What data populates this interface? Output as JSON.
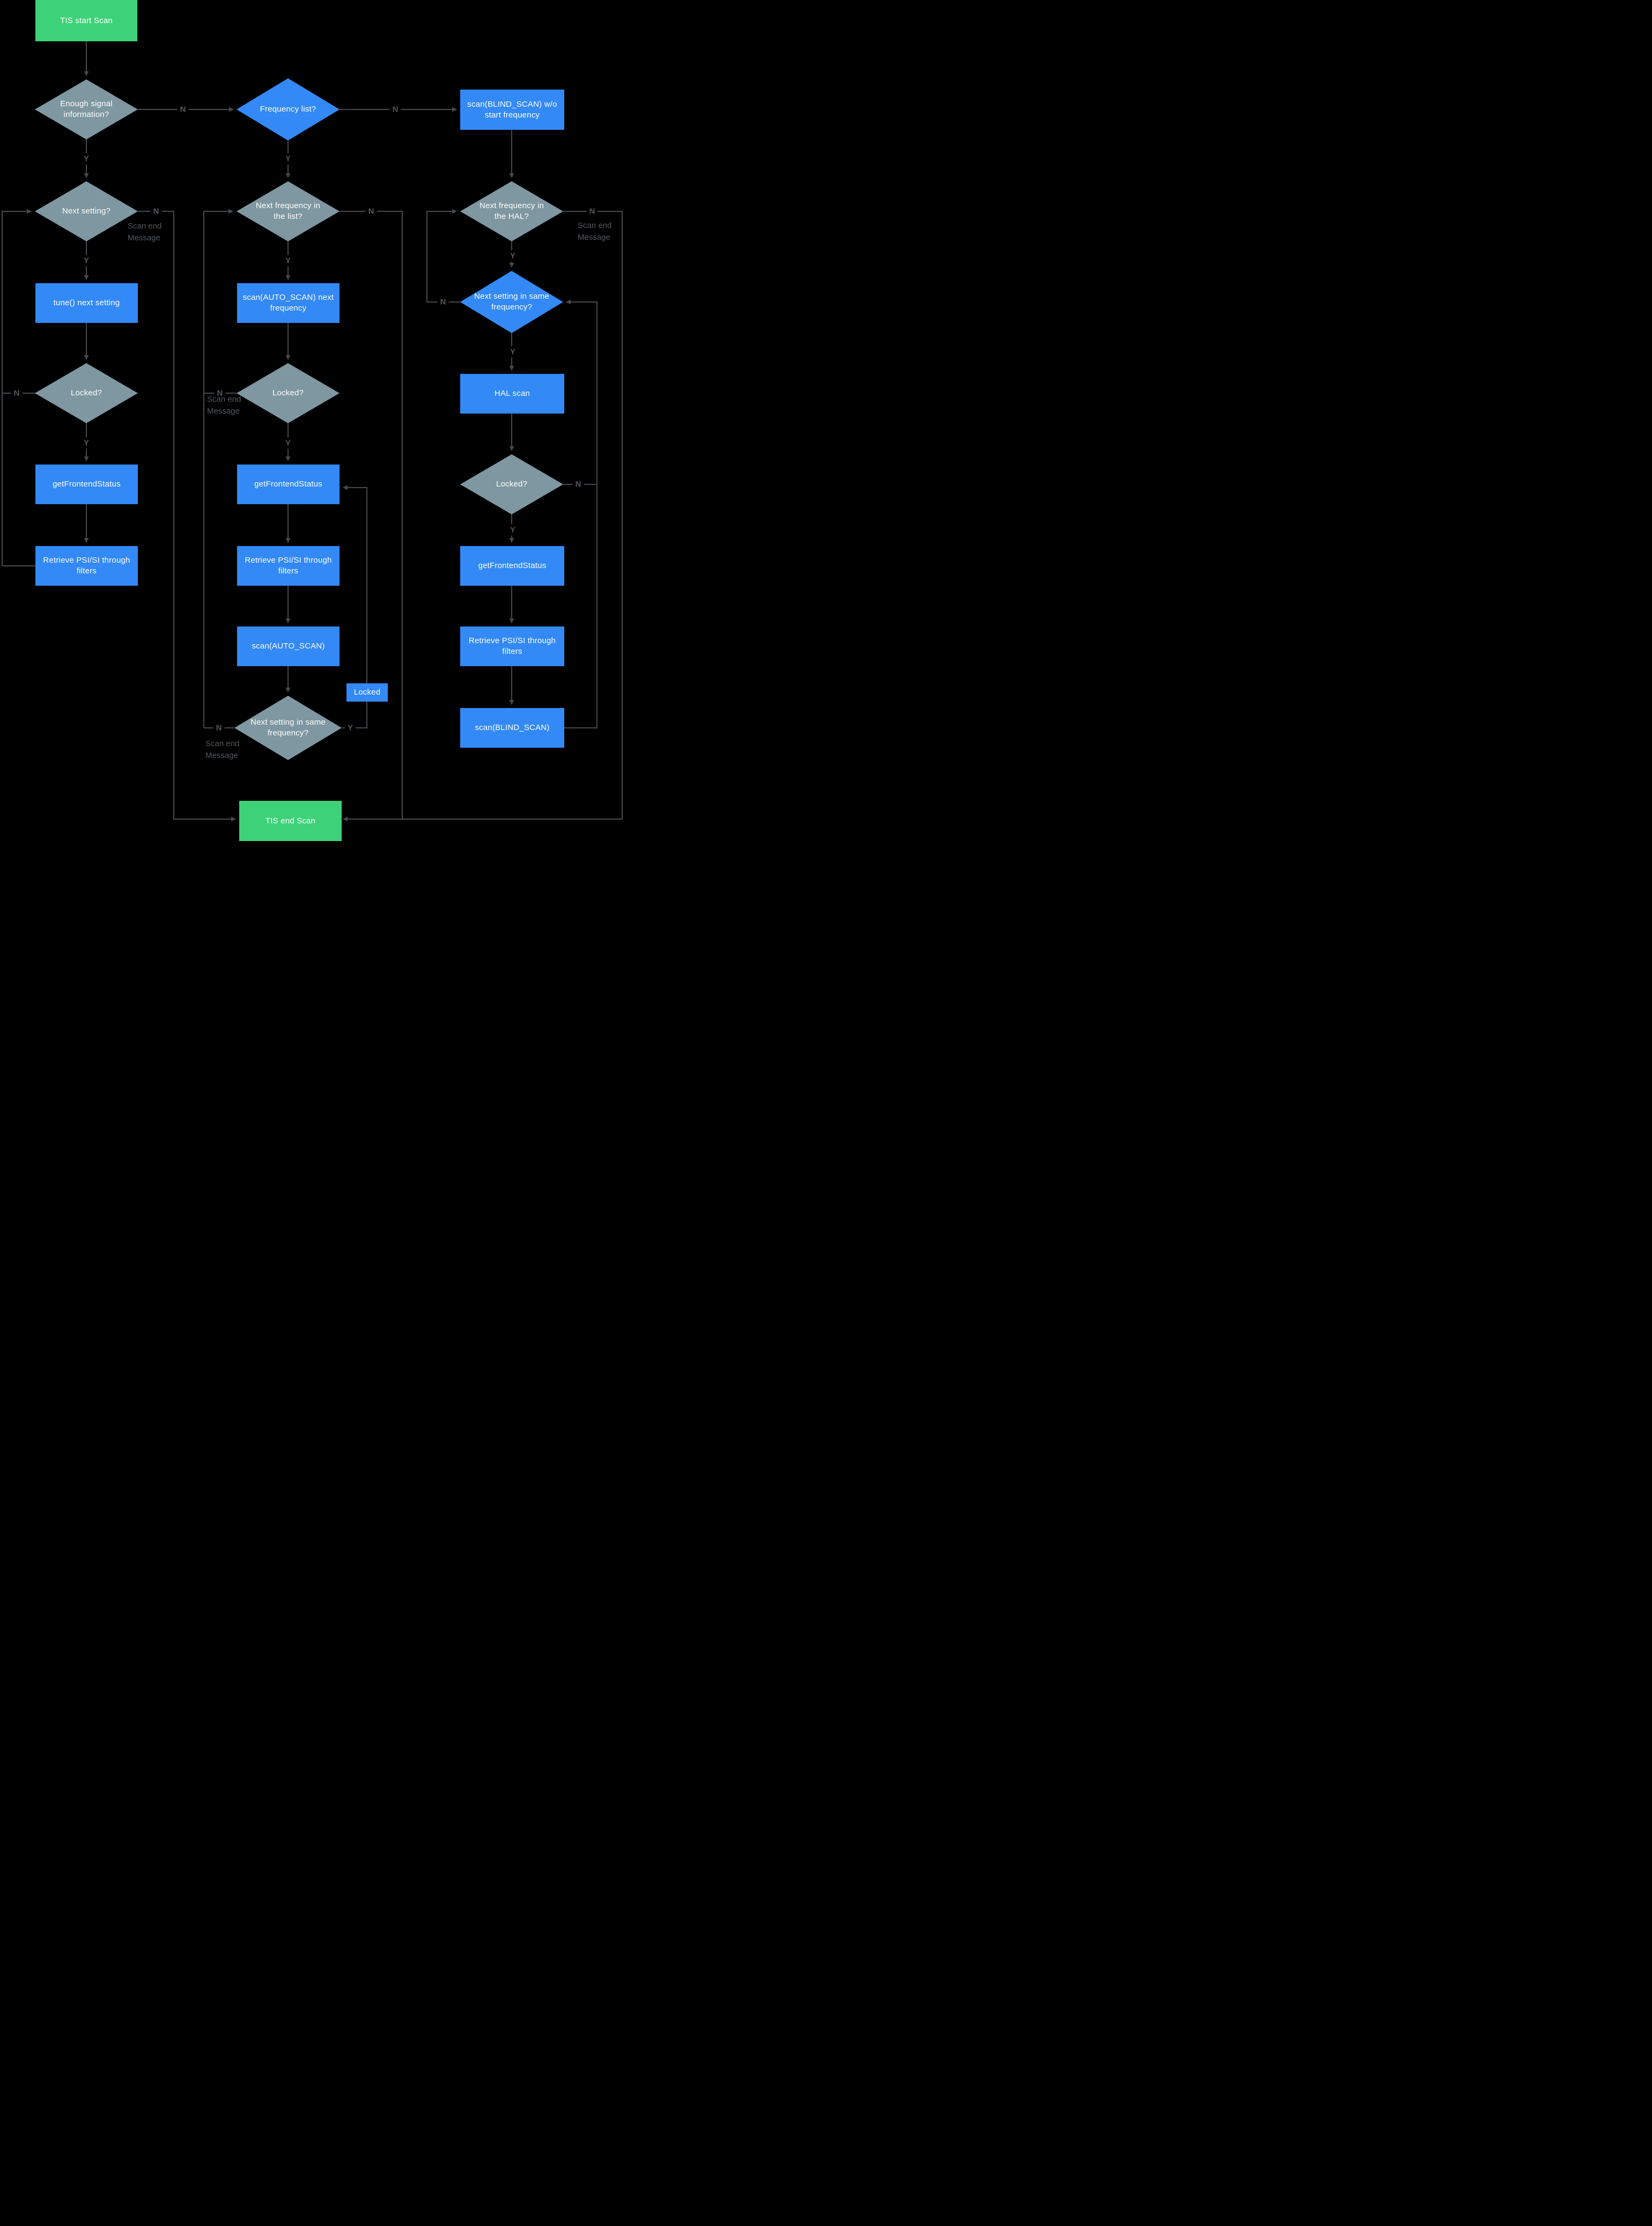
{
  "diagram": {
    "colors": {
      "background": "#000000",
      "process_blue": "#3389f6",
      "decision_gray": "#7e97a1",
      "terminal_green": "#3ed278",
      "connector_gray": "#46494c",
      "edge_label_gray": "#53575b",
      "node_text": "#ffffff"
    },
    "nodes": {
      "start": "TIS start Scan",
      "enough_signal": "Enough signal information?",
      "frequency_list": "Frequency list?",
      "scan_blind_wo_start": "scan(BLIND_SCAN) w/o start frequency",
      "next_setting": "Next setting?",
      "next_frequency_list": "Next frequency in the list?",
      "next_frequency_hal": "Next frequency in the HAL?",
      "tune_next_setting": "tune() next setting",
      "scan_auto_next_frequency": "scan(AUTO_SCAN) next frequency",
      "next_setting_same_frequency_hal": "Next setting in same frequency?",
      "locked_left": "Locked?",
      "locked_middle": "Locked?",
      "locked_right": "Locked?",
      "hal_scan": "HAL scan",
      "get_frontend_status_left": "getFrontendStatus",
      "get_frontend_status_middle": "getFrontendStatus",
      "get_frontend_status_right": "getFrontendStatus",
      "retrieve_psi_left": "Retrieve PSI/SI through filters",
      "retrieve_psi_middle": "Retrieve PSI/SI through filters",
      "retrieve_psi_right": "Retrieve PSI/SI through filters",
      "scan_auto": "scan(AUTO_SCAN)",
      "locked_event": "Locked",
      "next_setting_same_frequency_middle": "Next setting in same frequency?",
      "scan_blind": "scan(BLIND_SCAN)",
      "end": "TIS end Scan"
    },
    "edge_labels": {
      "yes": "Y",
      "no": "N",
      "scan_end_message": "Scan end Message"
    }
  }
}
